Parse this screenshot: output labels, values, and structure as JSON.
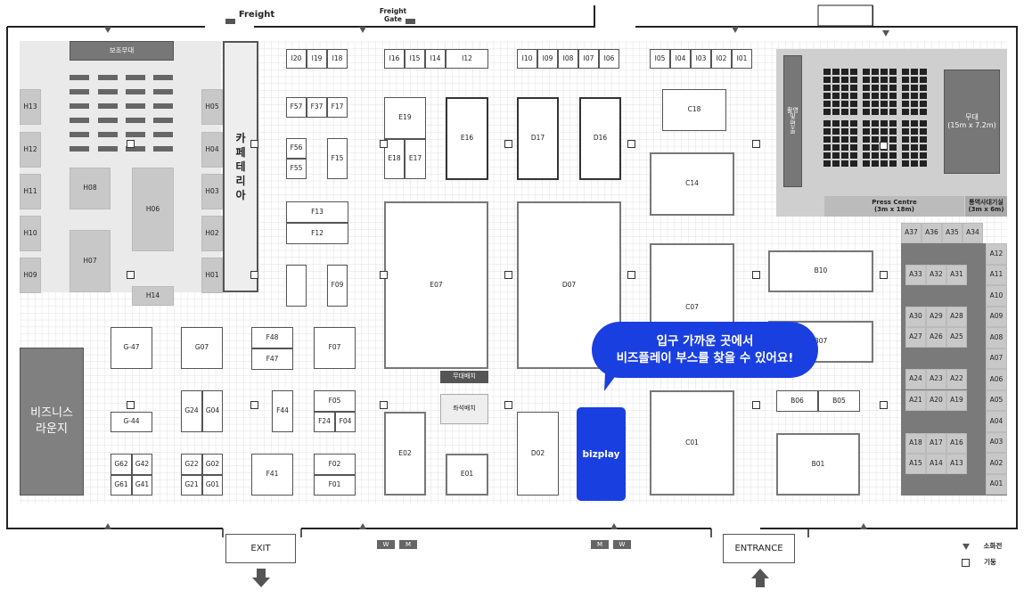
{
  "top": {
    "freight_left": "Freight",
    "freight_gate": "Freight\nGate"
  },
  "areas": {
    "sub_stage": "보조무대",
    "cafeteria": "카\n페\n테\n리\n아",
    "business_lounge": "비즈니스\n라운지",
    "filming": "촬영\n및\n편\n출",
    "stage": "무대\n(15m x 7.2m)",
    "press_centre": "Press Centre\n(3m x 18m)",
    "interpreter": "통역사대기실\n(3m x 6m)",
    "stage_backstage": "무대배치",
    "seating": "좌석배치"
  },
  "booths": {
    "h_left": [
      "H13",
      "H12",
      "H11",
      "H10",
      "H09"
    ],
    "h_right": [
      "H05",
      "H04",
      "H03",
      "H02",
      "H01"
    ],
    "h_mid": [
      "H08",
      "H06",
      "H07",
      "H14"
    ],
    "i_row1": [
      "I20",
      "I19",
      "I18"
    ],
    "i_row2": [
      "I16",
      "I15",
      "I14",
      "I12"
    ],
    "i_row3": [
      "I10",
      "I09",
      "I08",
      "I07",
      "I06"
    ],
    "i_row4": [
      "I05",
      "I04",
      "I03",
      "I02",
      "I01"
    ],
    "f_row_a": [
      "F57",
      "F37",
      "F17"
    ],
    "f_col": [
      "F56",
      "F55",
      "F15"
    ],
    "f_13_12": [
      "F13",
      "F12"
    ],
    "f09": "F09",
    "e19": "E19",
    "e18_17": [
      "E18",
      "E17"
    ],
    "e16": "E16",
    "d17": "D17",
    "d16": "D16",
    "c18": "C18",
    "c14": "C14",
    "e07": "E07",
    "d07": "D07",
    "c07": "C07",
    "b10": "B10",
    "b07": "B07",
    "g47": "G-47",
    "g07": "G07",
    "f48_47": [
      "F48",
      "F47"
    ],
    "f07": "F07",
    "g24_04": [
      "G24",
      "G04"
    ],
    "g44": "G-44",
    "f44": "F44",
    "f05": "F05",
    "f24_04": [
      "F24",
      "F04"
    ],
    "g_bottom_left": [
      "G62",
      "G42",
      "G61",
      "G41"
    ],
    "g_bottom_mid": [
      "G22",
      "G02",
      "G21",
      "G01"
    ],
    "f41": "F41",
    "f02_01": [
      "F02",
      "F01"
    ],
    "e02": "E02",
    "e01": "E01",
    "d02": "D02",
    "c01": "C01",
    "b06_05": [
      "B06",
      "B05"
    ],
    "b01": "B01",
    "a_top": [
      "A37",
      "A36",
      "A35",
      "A34"
    ],
    "a_grid": [
      [
        "A33",
        "A32",
        "A31"
      ],
      [
        "A30",
        "A29",
        "A28"
      ],
      [
        "A27",
        "A26",
        "A25"
      ],
      [
        "A24",
        "A23",
        "A22"
      ],
      [
        "A21",
        "A20",
        "A19"
      ],
      [
        "A18",
        "A17",
        "A16"
      ],
      [
        "A15",
        "A14",
        "A13"
      ]
    ],
    "a_col": [
      "A12",
      "A11",
      "A10",
      "A09",
      "A08",
      "A07",
      "A06",
      "A05",
      "A04",
      "A03",
      "A02",
      "A01"
    ]
  },
  "bubble": {
    "line1": "입구 가까운 곳에서",
    "line2": "비즈플레이 부스를 찾을 수 있어요!"
  },
  "bizplay_label": "bizplay",
  "bottom": {
    "exit": "EXIT",
    "entrance": "ENTRANCE",
    "wm_left": [
      "W",
      "M"
    ],
    "wm_right": [
      "M",
      "W"
    ]
  },
  "legend": {
    "extinguisher": "소화전",
    "pillar": "기둥"
  },
  "colors": {
    "highlight_blue": "#1a3fe0",
    "dark_gray": "#777777",
    "grid": "#d9d9d9"
  }
}
